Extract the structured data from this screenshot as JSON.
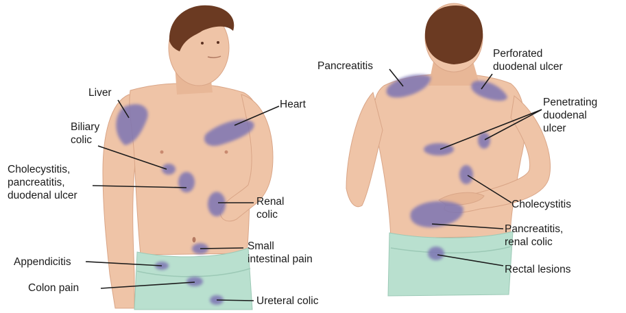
{
  "figure": {
    "front_view": {
      "labels": {
        "liver": "Liver",
        "biliary_colic": "Biliary\ncolic",
        "cholecystitis": "Cholecystitis,\npancreatitis,\nduodenal ulcer",
        "heart": "Heart",
        "renal_colic": "Renal\ncolic",
        "small_intestinal": "Small\nintestinal pain",
        "appendicitis": "Appendicitis",
        "colon": "Colon pain",
        "ureteral": "Ureteral colic"
      }
    },
    "back_view": {
      "labels": {
        "pancreatitis": "Pancreatitis",
        "perforated": "Perforated\nduodenal ulcer",
        "penetrating": "Penetrating\nduodenal\nulcer",
        "cholecystitis": "Cholecystitis",
        "pancreatitis_renal": "Pancreatitis,\nrenal colic",
        "rectal": "Rectal lesions"
      }
    },
    "colors": {
      "skin": "#efc4a7",
      "skin_shadow": "#d9a587",
      "hair": "#6b3a22",
      "shorts": "#b9e0cf",
      "pain_area": "#7d74b3"
    }
  }
}
